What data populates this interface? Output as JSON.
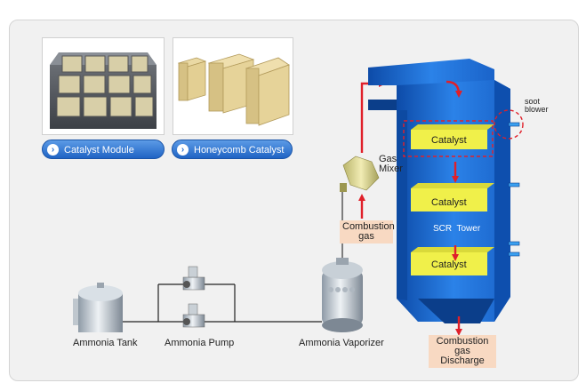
{
  "thumbnails": {
    "module_button": "Catalyst Module",
    "honeycomb_button": "Honeycomb Catalyst"
  },
  "labels": {
    "ammonia_tank": "Ammonia Tank",
    "ammonia_pump": "Ammonia Pump",
    "ammonia_vaporizer": "Ammonia Vaporizer",
    "gas_mixer_line1": "Gas",
    "gas_mixer_line2": "Mixer",
    "combustion_gas_line1": "Combustion",
    "combustion_gas_line2": "gas",
    "discharge_line1": "Combustion",
    "discharge_line2": "gas Discharge",
    "soot_blower_line1": "soot",
    "soot_blower_line2": "blower",
    "catalyst_1": "Catalyst",
    "catalyst_2": "Catalyst",
    "catalyst_3": "Catalyst",
    "scr_tower": "SCR  Tower"
  },
  "colors": {
    "tower_blue": "#1e6fd8",
    "tower_dark": "#0b3e8a",
    "catalyst_yellow": "#f0f04a",
    "flow_red": "#e0202a",
    "tag_bg": "#f8d9c2",
    "button_blue": "#2a6fd0"
  }
}
